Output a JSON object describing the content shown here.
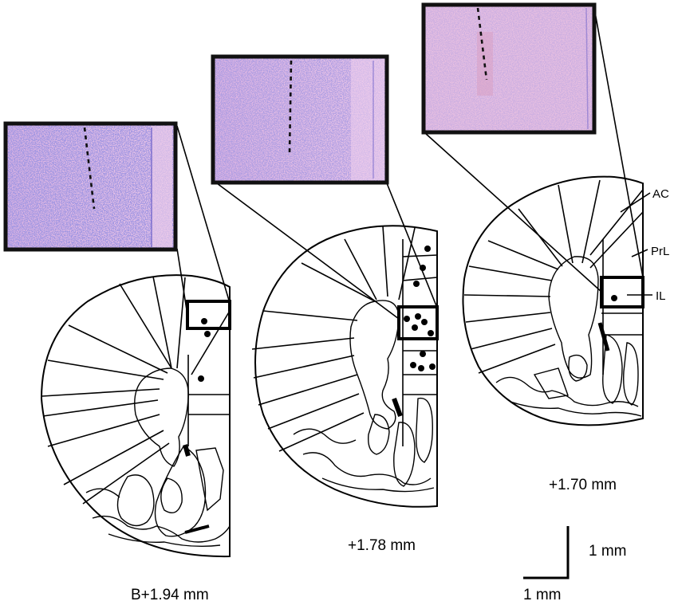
{
  "sections": [
    {
      "label": "B+1.94 mm"
    },
    {
      "label": "+1.78 mm"
    },
    {
      "label": "+1.70 mm"
    }
  ],
  "regions": {
    "ac": "AC",
    "prl": "PrL",
    "il": "IL"
  },
  "scale_bar": {
    "vertical": "1 mm",
    "horizontal": "1 mm"
  },
  "colors": {
    "stain_bg": "#e6b9e4",
    "stain_cell": "#5a4fc2",
    "ink": "#000000"
  }
}
